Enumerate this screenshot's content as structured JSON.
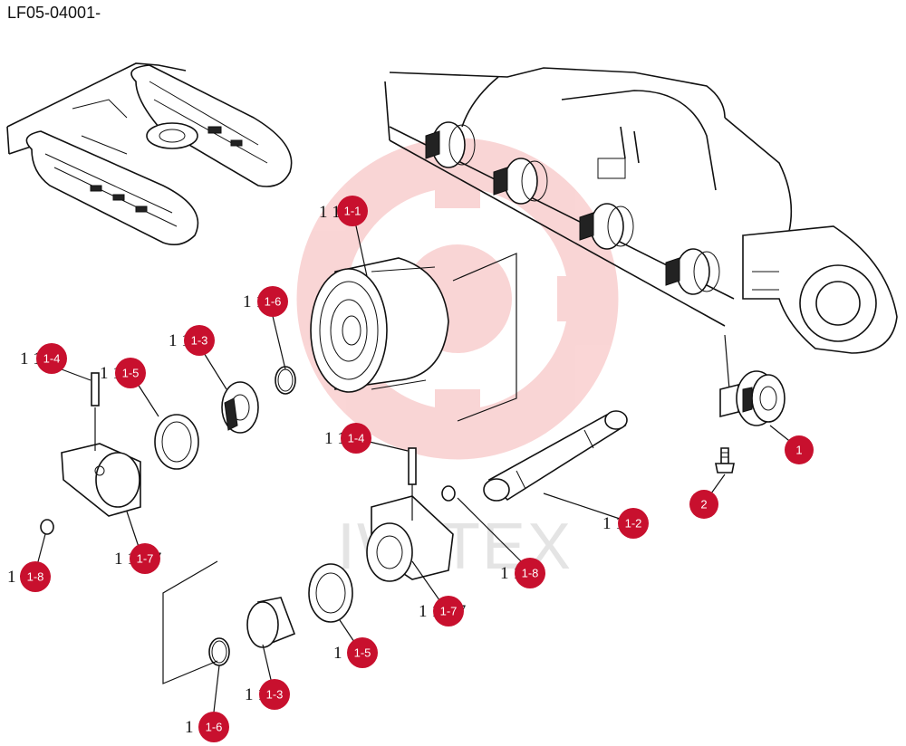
{
  "document": {
    "code": "LF05-04001-"
  },
  "watermark": {
    "text": "IWITEX",
    "color": "#f08a8a"
  },
  "callouts": [
    {
      "id": "1",
      "label": "1"
    },
    {
      "id": "2",
      "label": "2"
    },
    {
      "id": "1-1",
      "label": "1-1",
      "ref_text": "1 1"
    },
    {
      "id": "1-2",
      "label": "1-2",
      "ref_text": "1 1 2"
    },
    {
      "id": "1-3a",
      "label": "1-3",
      "ref_text": "1 1 3"
    },
    {
      "id": "1-3b",
      "label": "1-3",
      "ref_text": "1 1 3"
    },
    {
      "id": "1-4a",
      "label": "1-4",
      "ref_text": "1 1 4"
    },
    {
      "id": "1-4b",
      "label": "1-4",
      "ref_text": "1 1 4"
    },
    {
      "id": "1-5a",
      "label": "1-5",
      "ref_text": "1 1 5"
    },
    {
      "id": "1-5b",
      "label": "1-5",
      "ref_text": "1 1 5"
    },
    {
      "id": "1-6a",
      "label": "1-6",
      "ref_text": "1 1 6"
    },
    {
      "id": "1-6b",
      "label": "1-6",
      "ref_text": "1 1 6"
    },
    {
      "id": "1-7a",
      "label": "1-7",
      "ref_text": "1 1 7 7"
    },
    {
      "id": "1-7b",
      "label": "1-7",
      "ref_text": "1 1 7 7"
    },
    {
      "id": "1-8a",
      "label": "1-8",
      "ref_text": "1 1 8"
    },
    {
      "id": "1-8b",
      "label": "1-8",
      "ref_text": "1 1 8"
    }
  ],
  "colors": {
    "badge": "#c8102e",
    "line": "#111111"
  }
}
